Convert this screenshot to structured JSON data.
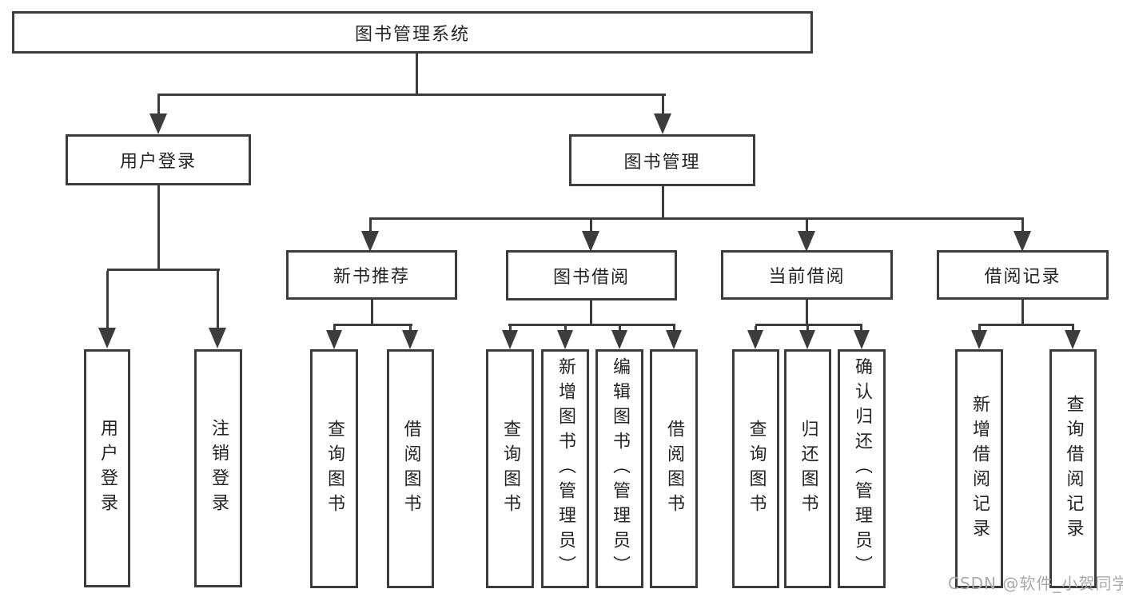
{
  "nodes": {
    "root": "图书管理系统",
    "l2": [
      "用户登录",
      "图书管理"
    ],
    "l3": [
      "新书推荐",
      "图书借阅",
      "当前借阅",
      "借阅记录"
    ],
    "leaves_user": [
      "用户登录",
      "注销登录"
    ],
    "leaves_new": [
      "查询图书",
      "借阅图书"
    ],
    "leaves_borrow": [
      "查询图书",
      "新增图书（管理员）",
      "编辑图书（管理员）",
      "借阅图书"
    ],
    "leaves_current": [
      "查询图书",
      "归还图书",
      "确认归还（管理员）"
    ],
    "leaves_records": [
      "新增借阅记录",
      "查询借阅记录"
    ]
  },
  "watermark": "CSDN @软件_小贺同学",
  "colors": {
    "line": "#3c3c3c",
    "text": "#242424",
    "watermark": "#aaaaaa",
    "background": "#ffffff"
  }
}
